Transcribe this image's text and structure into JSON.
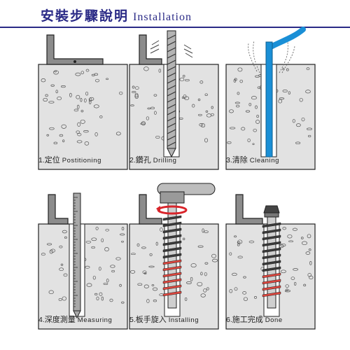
{
  "title": {
    "zh": "安裝步驟說明",
    "en": "Installation"
  },
  "steps": [
    {
      "num": "1.",
      "zh": "定位",
      "en": "Postitioning"
    },
    {
      "num": "2.",
      "zh": "鑽孔",
      "en": "Drilling"
    },
    {
      "num": "3.",
      "zh": "清除",
      "en": "Cleaning"
    },
    {
      "num": "4.",
      "zh": "深度測量",
      "en": "Measuring"
    },
    {
      "num": "5.",
      "zh": "板手旋入",
      "en": "Installing"
    },
    {
      "num": "6.",
      "zh": "施工完成",
      "en": "Done"
    }
  ],
  "colors": {
    "title": "#2a2a86",
    "concrete": "#e2e2e2",
    "outline": "#222222",
    "steel": "#8c8c8c",
    "tool_blue": "#1a8fd6",
    "rotation_red": "#d9252b",
    "thread_red": "#e0473f"
  },
  "icons": [
    "angle-bracket-icon",
    "drill-bit-icon",
    "blower-icon",
    "depth-gauge-icon",
    "rotation-arrow-icon",
    "hex-screw-anchor-icon"
  ]
}
